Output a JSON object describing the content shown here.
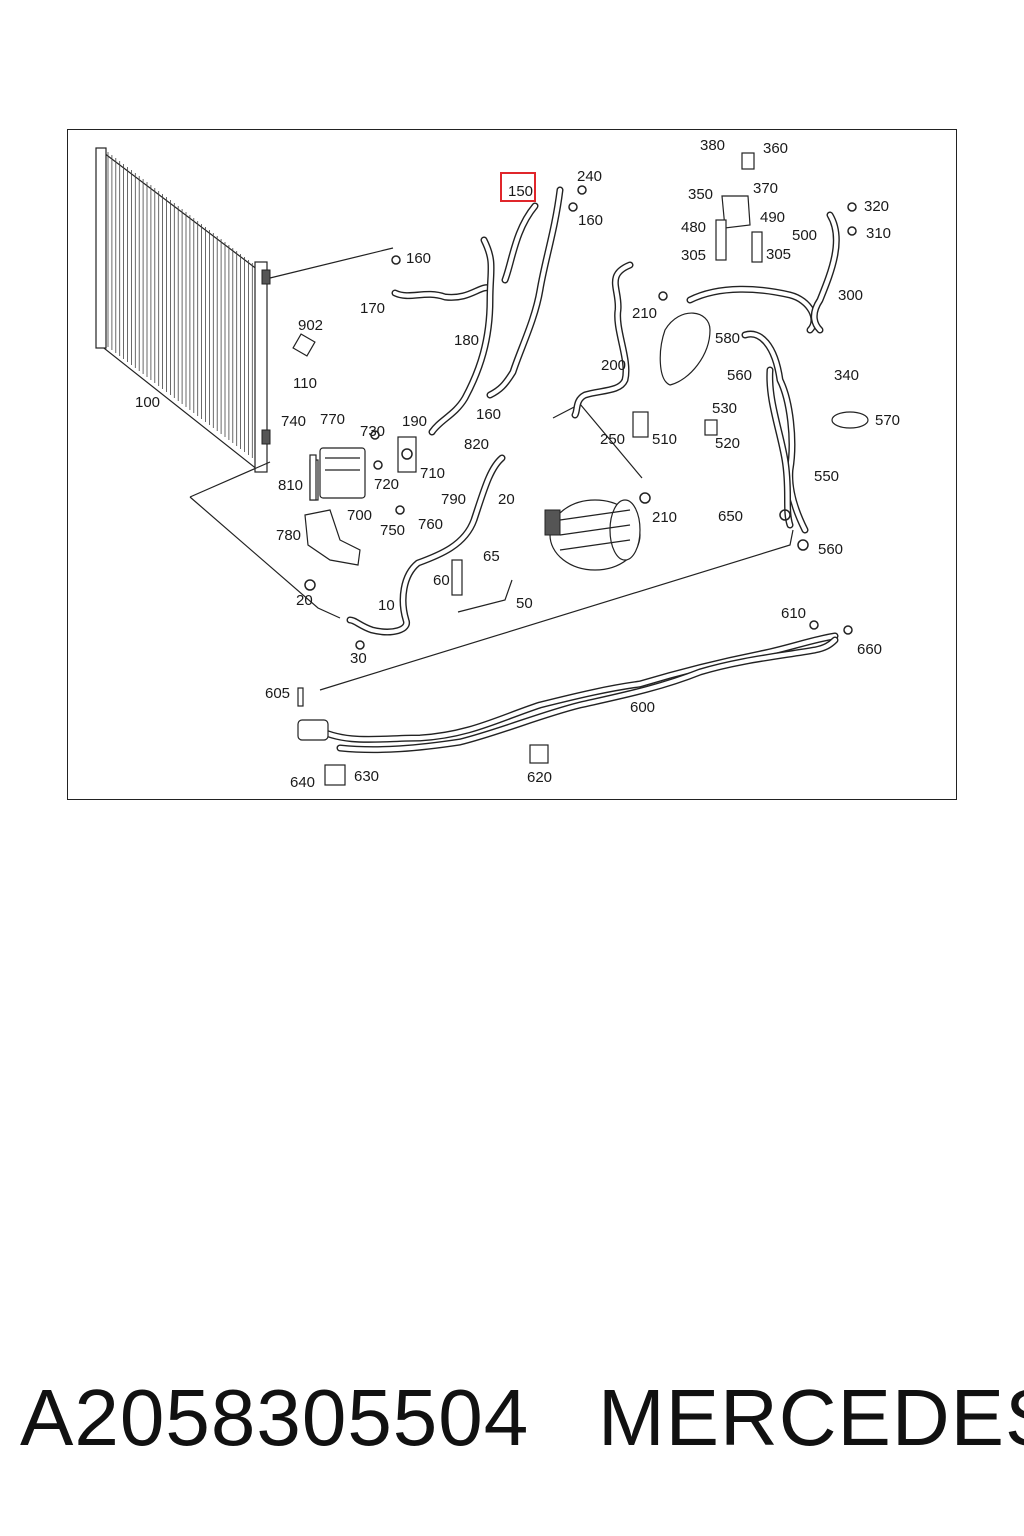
{
  "diagram": {
    "highlighted_label": "150",
    "labels": [
      "380",
      "360",
      "240",
      "150",
      "370",
      "350",
      "160",
      "490",
      "320",
      "480",
      "500",
      "310",
      "305",
      "305",
      "160",
      "170",
      "300",
      "210",
      "902",
      "180",
      "580",
      "200",
      "110",
      "560",
      "340",
      "100",
      "160",
      "530",
      "570",
      "740",
      "770",
      "730",
      "190",
      "820",
      "250",
      "510",
      "520",
      "710",
      "810",
      "720",
      "20",
      "550",
      "790",
      "700",
      "750",
      "760",
      "210",
      "650",
      "560",
      "780",
      "65",
      "60",
      "20",
      "50",
      "10",
      "610",
      "30",
      "660",
      "605",
      "600",
      "640",
      "630",
      "620"
    ]
  },
  "footer": {
    "part_number": "A2058305504",
    "brand": "MERCEDES"
  }
}
